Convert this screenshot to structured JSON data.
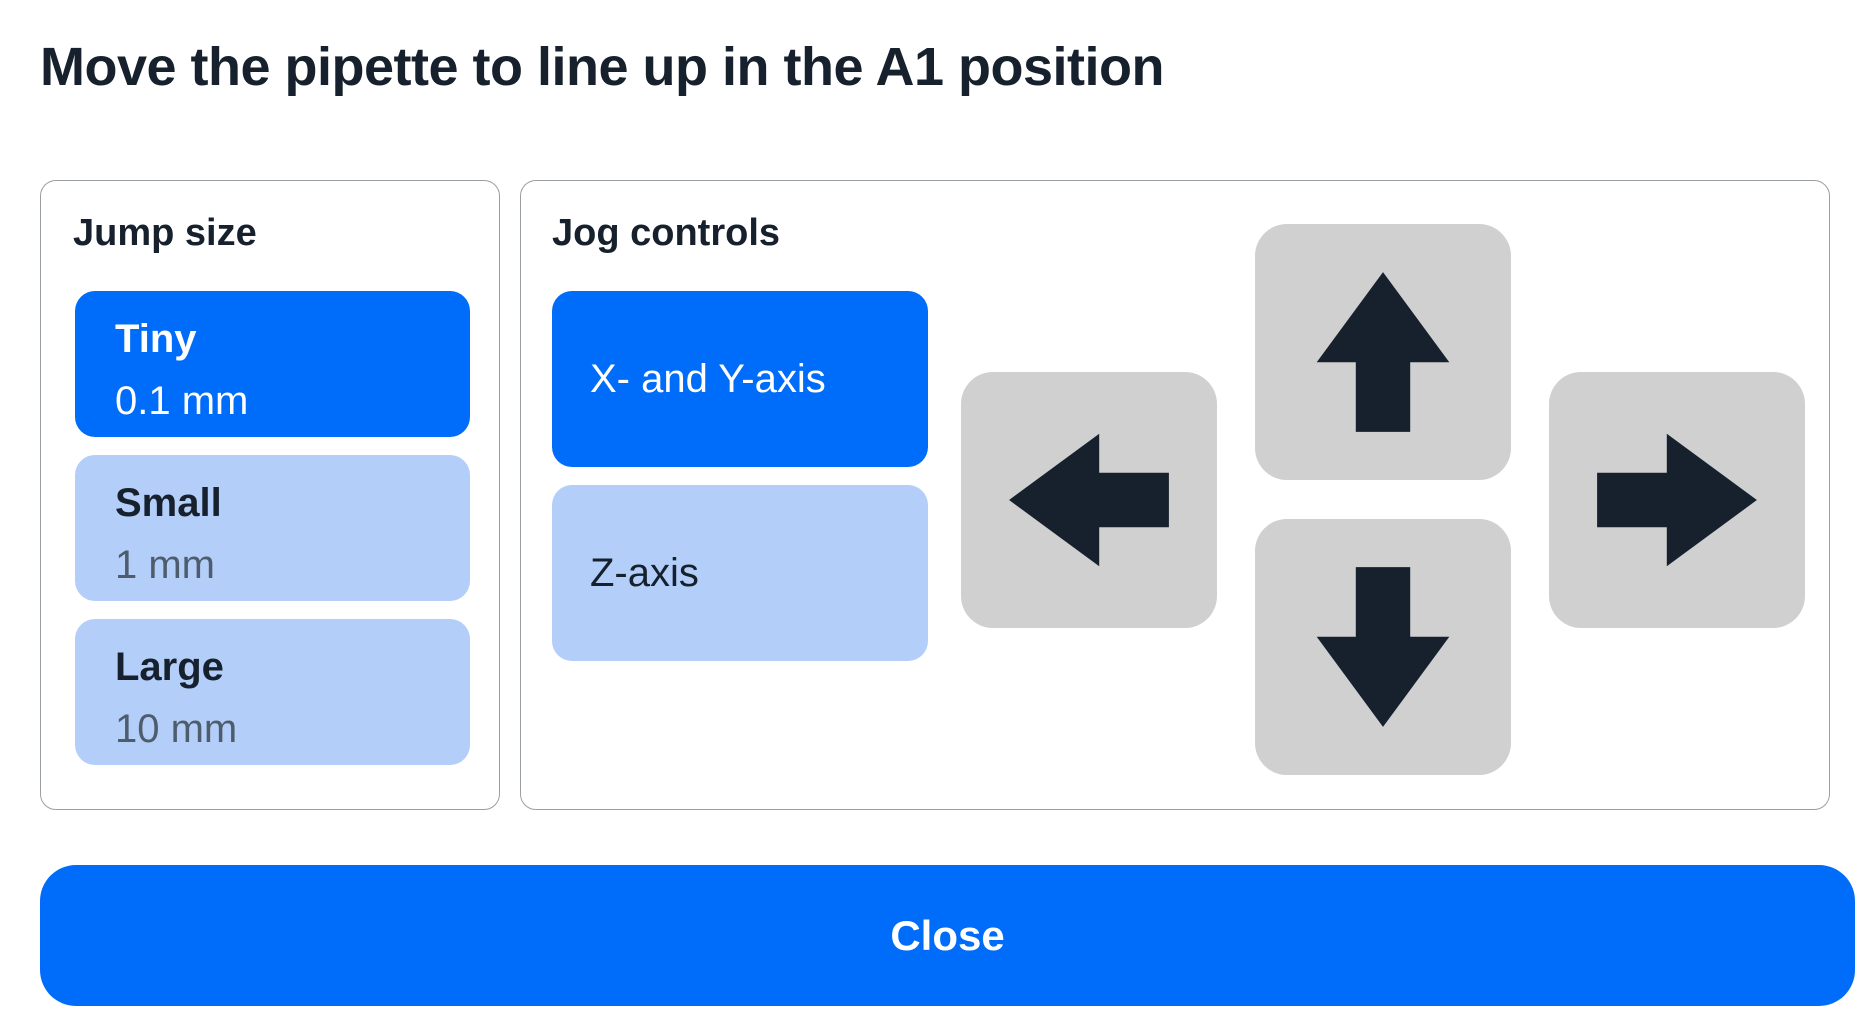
{
  "title": "Move the pipette to line up in the A1 position",
  "jump_size": {
    "label": "Jump size",
    "options": [
      {
        "name": "Tiny",
        "value": "0.1 mm",
        "selected": true
      },
      {
        "name": "Small",
        "value": "1 mm",
        "selected": false
      },
      {
        "name": "Large",
        "value": "10 mm",
        "selected": false
      }
    ]
  },
  "jog_controls": {
    "label": "Jog controls",
    "axis_options": [
      {
        "name": "X- and Y-axis",
        "selected": true
      },
      {
        "name": "Z-axis",
        "selected": false
      }
    ],
    "directions": [
      {
        "direction": "up",
        "icon": "arrow-up-icon"
      },
      {
        "direction": "left",
        "icon": "arrow-left-icon"
      },
      {
        "direction": "down",
        "icon": "arrow-down-icon"
      },
      {
        "direction": "right",
        "icon": "arrow-right-icon"
      }
    ]
  },
  "close_button": {
    "label": "Close"
  },
  "colors": {
    "blue": "#006CFA",
    "light_blue": "#B4CEFA",
    "dark": "#16212D",
    "value_gray": "#4E5D6C",
    "keypad_gray": "#D0D0D0",
    "card_border": "#9A9FA4",
    "white": "#FFFFFF"
  }
}
